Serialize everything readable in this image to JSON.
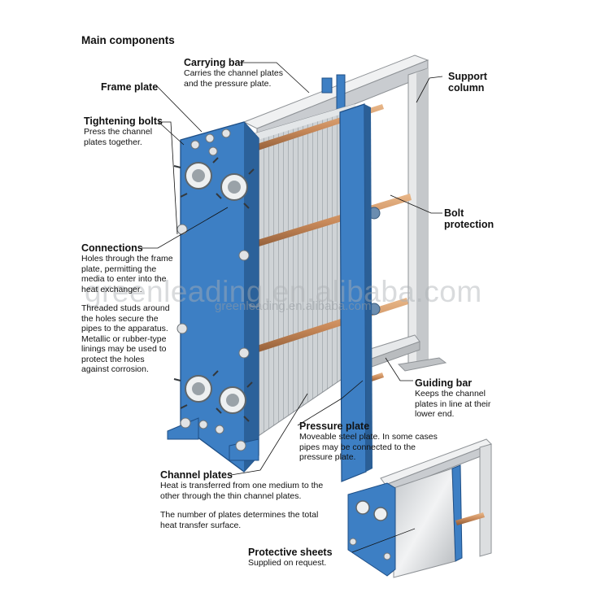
{
  "heading": "Main components",
  "labels": {
    "carrying_bar": {
      "title": "Carrying bar",
      "desc": "Carries the channel plates and the pressure plate."
    },
    "frame_plate": {
      "title": "Frame plate"
    },
    "support_column": {
      "title": "Support column"
    },
    "tightening_bolts": {
      "title": "Tightening bolts",
      "desc": "Press the channel plates together."
    },
    "bolt_protection": {
      "title": "Bolt protection"
    },
    "connections": {
      "title": "Connections",
      "desc": "Holes through the frame plate, permitting the media to enter into the heat exchanger.",
      "desc2": "Threaded studs around the holes secure the pipes to the apparatus. Metallic or rubber-type linings may be used to protect the holes against corrosion."
    },
    "guiding_bar": {
      "title": "Guiding bar",
      "desc": "Keeps the channel plates in line at their lower end."
    },
    "pressure_plate": {
      "title": "Pressure plate",
      "desc": "Moveable steel plate. In some cases pipes may be connected to the pressure plate."
    },
    "channel_plates": {
      "title": "Channel plates",
      "desc": "Heat is transferred from one medium to the other through the thin channel plates.",
      "desc2": "The number of plates determines the total heat transfer surface."
    },
    "protective_sheets": {
      "title": "Protective sheets",
      "desc": "Supplied on request."
    }
  },
  "watermark": {
    "large": "greenleading.en.alibaba.com",
    "small": "greenleading.en.alibaba.com"
  },
  "colors": {
    "frame_blue": "#3d7fc4",
    "plates": "#c8ccd0",
    "rods": "#c98a5a",
    "support": "#dadcde"
  }
}
